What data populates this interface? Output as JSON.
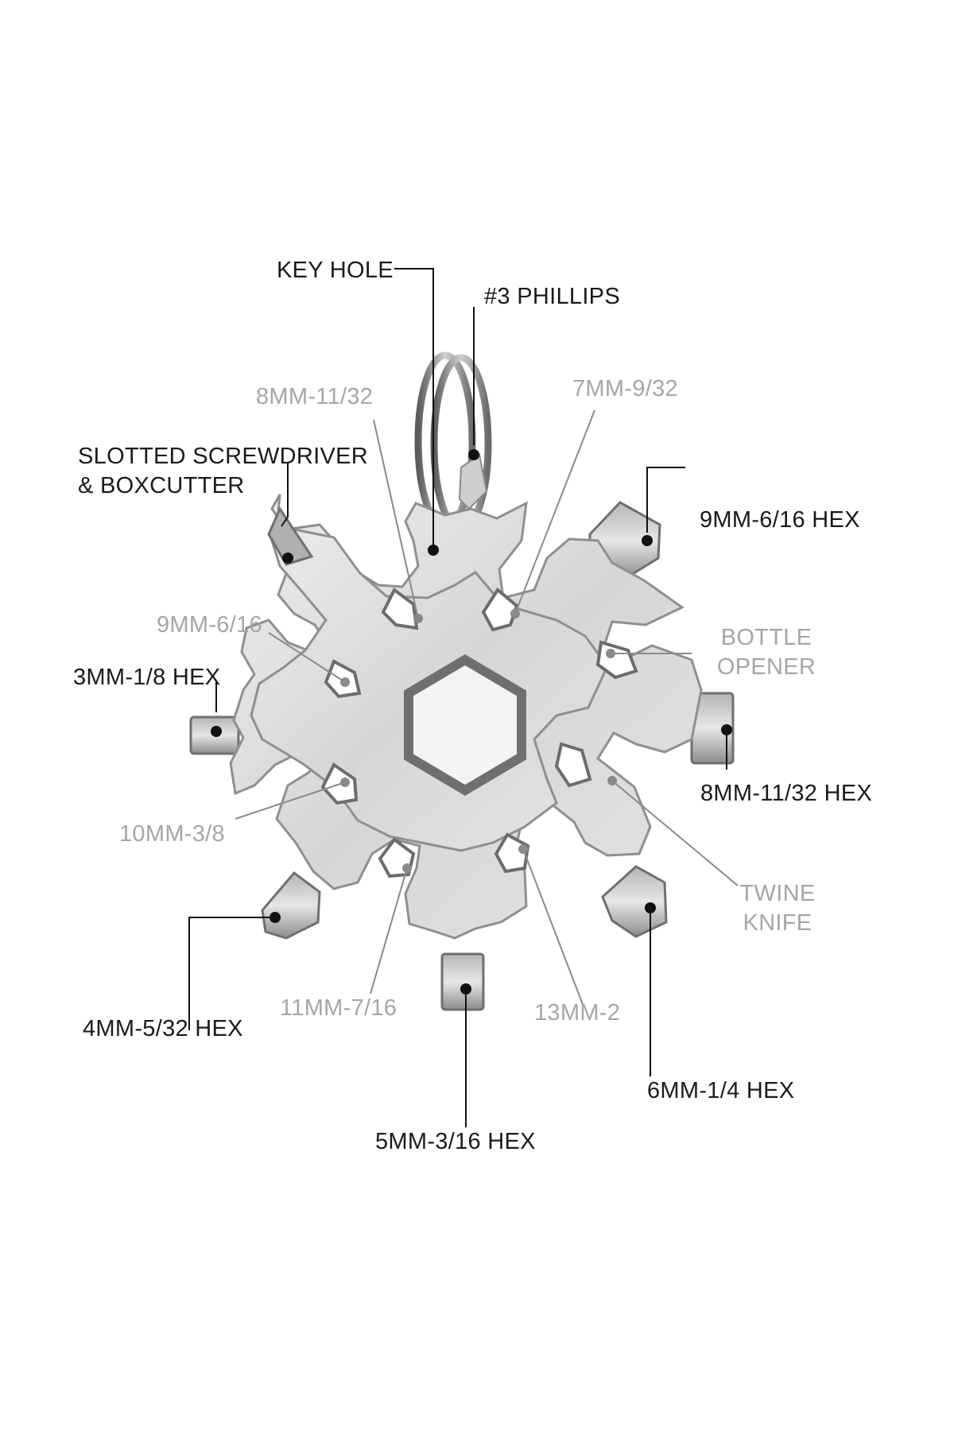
{
  "colors": {
    "dark_label": "#1a1a1a",
    "light_label": "#a6a6a6",
    "tool_fill": "#d9d9d9",
    "tool_shadow": "#7a7a7a",
    "leader_dark": "#111111",
    "leader_light": "#8a8a8a"
  },
  "labels": {
    "key_hole": "KEY HOLE",
    "phillips": "#3 PHILLIPS",
    "wrench_8mm_top": "8MM-11/32",
    "wrench_7mm": "7MM-9/32",
    "slotted_line1": "SLOTTED SCREWDRIVER",
    "slotted_line2": "& BOXCUTTER",
    "hex_9mm": "9MM-6/16 HEX",
    "wrench_9mm": "9MM-6/16",
    "bottle_line1": "BOTTLE",
    "bottle_line2": "OPENER",
    "hex_3mm": "3MM-1/8 HEX",
    "hex_8mm": "8MM-11/32 HEX",
    "wrench_10mm": "10MM-3/8",
    "twine_line1": "TWINE",
    "twine_line2": "KNIFE",
    "hex_4mm": "4MM-5/32 HEX",
    "wrench_11mm": "11MM-7/16",
    "wrench_13mm": "13MM-2",
    "hex_6mm": "6MM-1/4 HEX",
    "hex_5mm": "5MM-3/16 HEX"
  }
}
